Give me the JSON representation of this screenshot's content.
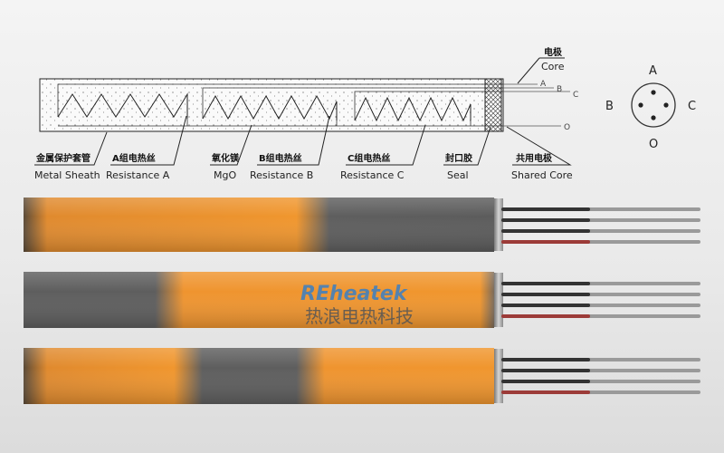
{
  "diagram": {
    "core_label_cn": "电极",
    "core_label_en": "Core",
    "wire_labels": [
      "A",
      "B",
      "C",
      "O"
    ],
    "labels": [
      {
        "cn": "金属保护套管",
        "en": "Metal Sheath"
      },
      {
        "cn": "A组电热丝",
        "en": "Resistance A"
      },
      {
        "cn": "氧化镁",
        "en": "MgO"
      },
      {
        "cn": "B组电热丝",
        "en": "Resistance B"
      },
      {
        "cn": "C组电热丝",
        "en": "Resistance C"
      },
      {
        "cn": "封口胶",
        "en": "Seal"
      },
      {
        "cn": "共用电极",
        "en": "Shared Core"
      }
    ]
  },
  "pin_diagram": {
    "top": "A",
    "left": "B",
    "right": "C",
    "bottom": "O"
  },
  "photos": {
    "logo_en": "REheatek",
    "logo_cn": "热浪电热科技",
    "heater_count": 3
  },
  "colors": {
    "orange": "#f0962e",
    "gray": "#5e5e5e",
    "sheath_line": "#222222",
    "logo_blue": "#3a7fc4"
  }
}
